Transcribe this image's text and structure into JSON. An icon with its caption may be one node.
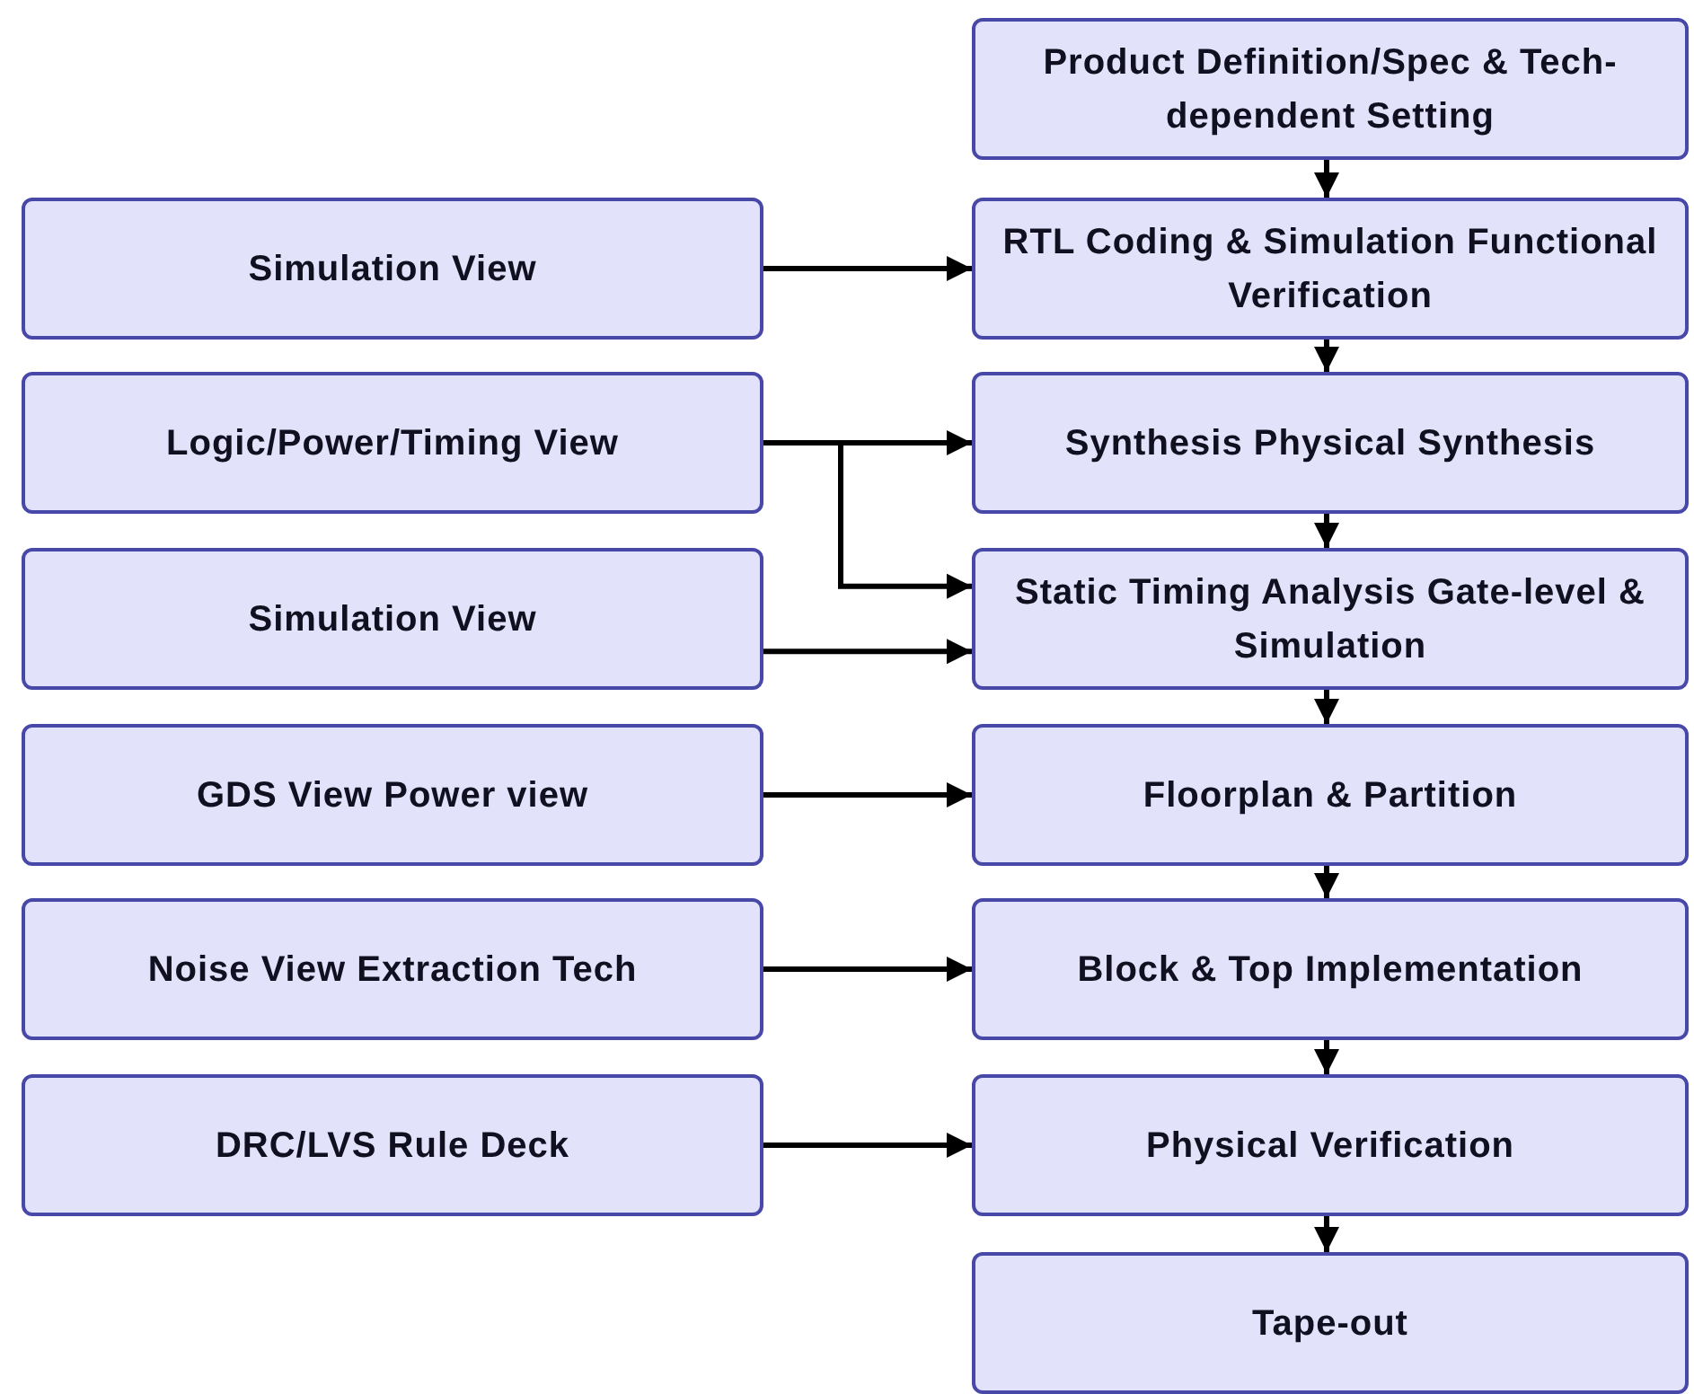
{
  "diagram": {
    "nodes": [
      {
        "text": [
          "Product Definition/Spec & Tech-dependent Setting"
        ]
      },
      {
        "text": [
          "Simulation View"
        ]
      },
      {
        "text": [
          "RTL Coding & Simulation Functional Verification"
        ]
      },
      {
        "text": [
          "Logic/Power/Timing View"
        ]
      },
      {
        "text": [
          "Synthesis Physical Synthesis"
        ]
      },
      {
        "text": [
          "Simulation View"
        ]
      },
      {
        "text": [
          "Static Timing Analysis Gate-level & Simulation"
        ]
      },
      {
        "text": [
          "GDS View Power view"
        ]
      },
      {
        "text": [
          "Floorplan & Partition"
        ]
      },
      {
        "text": [
          "Noise View Extraction Tech"
        ]
      },
      {
        "text": [
          "Block & Top Implementation"
        ]
      },
      {
        "text": [
          "DRC/LVS Rule Deck"
        ]
      },
      {
        "text": [
          "Physical Verification"
        ]
      },
      {
        "text": [
          "Tape-out"
        ]
      }
    ],
    "edges": [
      {
        "from": 0,
        "to": 2,
        "arrow": "to"
      },
      {
        "from": 2,
        "to": 4,
        "arrow": "to"
      },
      {
        "from": 4,
        "to": 6,
        "arrow": "to"
      },
      {
        "from": 6,
        "to": 8,
        "arrow": "to"
      },
      {
        "from": 8,
        "to": 10,
        "arrow": "to"
      },
      {
        "from": 10,
        "to": 12,
        "arrow": "to"
      },
      {
        "from": 12,
        "to": 13,
        "arrow": "to"
      },
      {
        "from": 1,
        "to": 2,
        "arrow": "to"
      },
      {
        "from": 3,
        "to": 4,
        "arrow": "to"
      },
      {
        "from": 3,
        "to": 6,
        "arrow": "to"
      },
      {
        "from": 5,
        "to": 6,
        "arrow": "to"
      },
      {
        "from": 7,
        "to": 8,
        "arrow": "to"
      },
      {
        "from": 9,
        "to": 10,
        "arrow": "to"
      },
      {
        "from": 11,
        "to": 12,
        "arrow": "to"
      }
    ]
  }
}
